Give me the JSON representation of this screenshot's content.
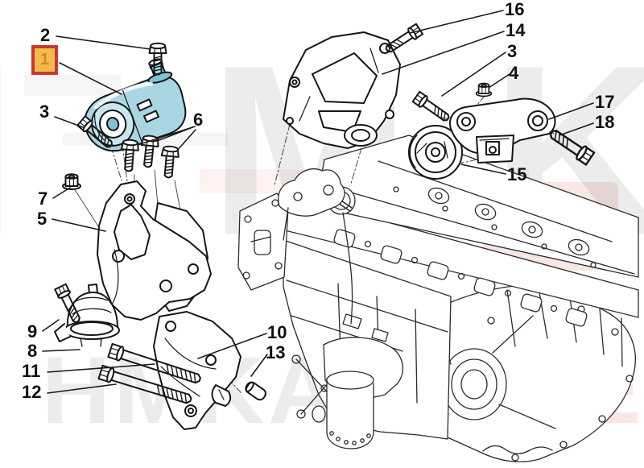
{
  "callouts": {
    "c1": "1",
    "c2": "2",
    "c3_left": "3",
    "c3_right": "3",
    "c4": "4",
    "c5": "5",
    "c6": "6",
    "c7": "7",
    "c8": "8",
    "c9": "9",
    "c10": "10",
    "c11": "11",
    "c12": "12",
    "c13": "13",
    "c14": "14",
    "c15": "15",
    "c16": "16",
    "c17": "17",
    "c18": "18"
  },
  "colors": {
    "part_fill": "#a9d6e3",
    "part_shade": "#7fc2d4",
    "part_light": "#c9e6ee",
    "box_border": "#cb382c",
    "box_fill": "#f3ba4d",
    "box_number": "#d2861d",
    "wm_gray": "#ececec",
    "wm_gray_soft": "#f5f5f5",
    "wm_pink": "#f8e7e5",
    "wm_pink_soft": "#fdf2f1",
    "line": "#1c1c1c"
  },
  "watermark": {
    "top_letters": [
      "H",
      "M",
      "K"
    ],
    "logo_glyph": "0",
    "bottom_left": "HMKAU",
    "bottom_right": "TO.EE"
  }
}
